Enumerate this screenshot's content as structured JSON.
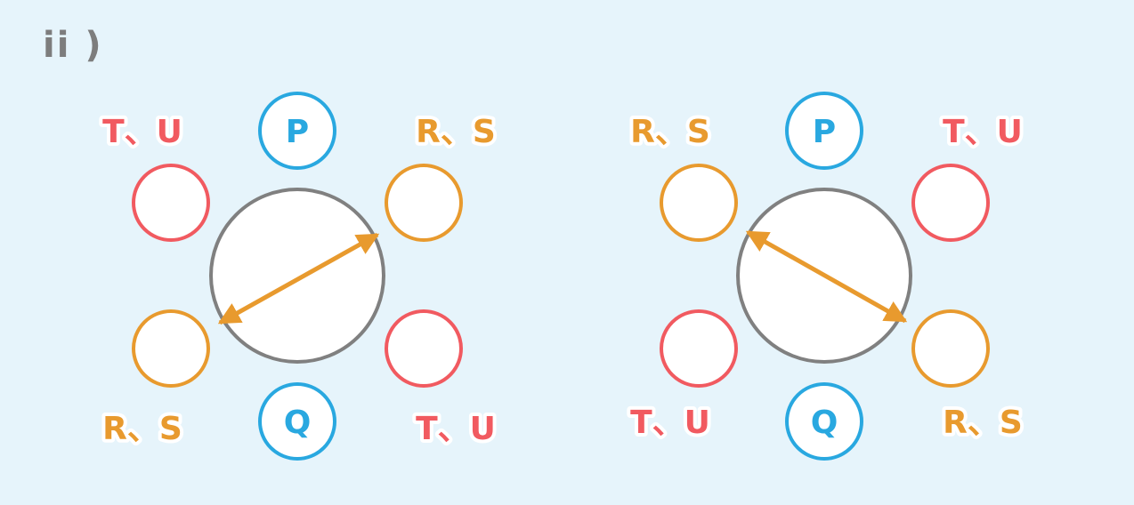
{
  "heading": "ii )",
  "colors": {
    "background": "#e6f4fb",
    "pink": "#f15a60",
    "orange": "#e89a2e",
    "blue": "#29a8e0",
    "gray": "#808080"
  },
  "diagrams": [
    {
      "labels": {
        "top_left": "T、U",
        "top_right": "R、S",
        "bottom_left": "R、S",
        "bottom_right": "T、U",
        "top_center": "P",
        "bottom_center": "Q"
      }
    },
    {
      "labels": {
        "top_left": "R、S",
        "top_right": "T、U",
        "bottom_left": "T、U",
        "bottom_right": "R、S",
        "top_center": "P",
        "bottom_center": "Q"
      }
    }
  ]
}
